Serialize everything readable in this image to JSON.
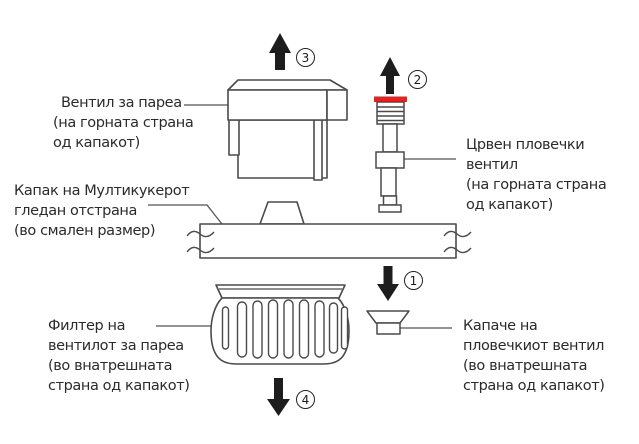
{
  "colors": {
    "background": "#ffffff",
    "line": "#4a4a4a",
    "leader_line": "#555555",
    "arrow": "#1d1d1d",
    "text": "#2b2b2b",
    "red_cap": "#e8231d"
  },
  "labels": {
    "steam_valve": {
      "lines": [
        "Вентил за пареа",
        "(на горната страна",
        "од капакот)"
      ]
    },
    "lid": {
      "lines": [
        "Капак на Мултикукерот",
        "гледан отстрана",
        "(во смален размер)"
      ]
    },
    "float_valve": {
      "lines": [
        "Црвен пловечки",
        "вентил",
        "(на горната страна",
        "од капакот)"
      ]
    },
    "filter": {
      "lines": [
        "Филтер на",
        "вентилот за пареа",
        "(во внатрешната",
        "страна од капакот)"
      ]
    },
    "float_valve_cap": {
      "lines": [
        "Капаче на",
        "пловечкиот вентил",
        "(во внатрешната",
        "страна од капакот)"
      ]
    }
  },
  "step_badges": [
    "1",
    "2",
    "3",
    "4"
  ]
}
